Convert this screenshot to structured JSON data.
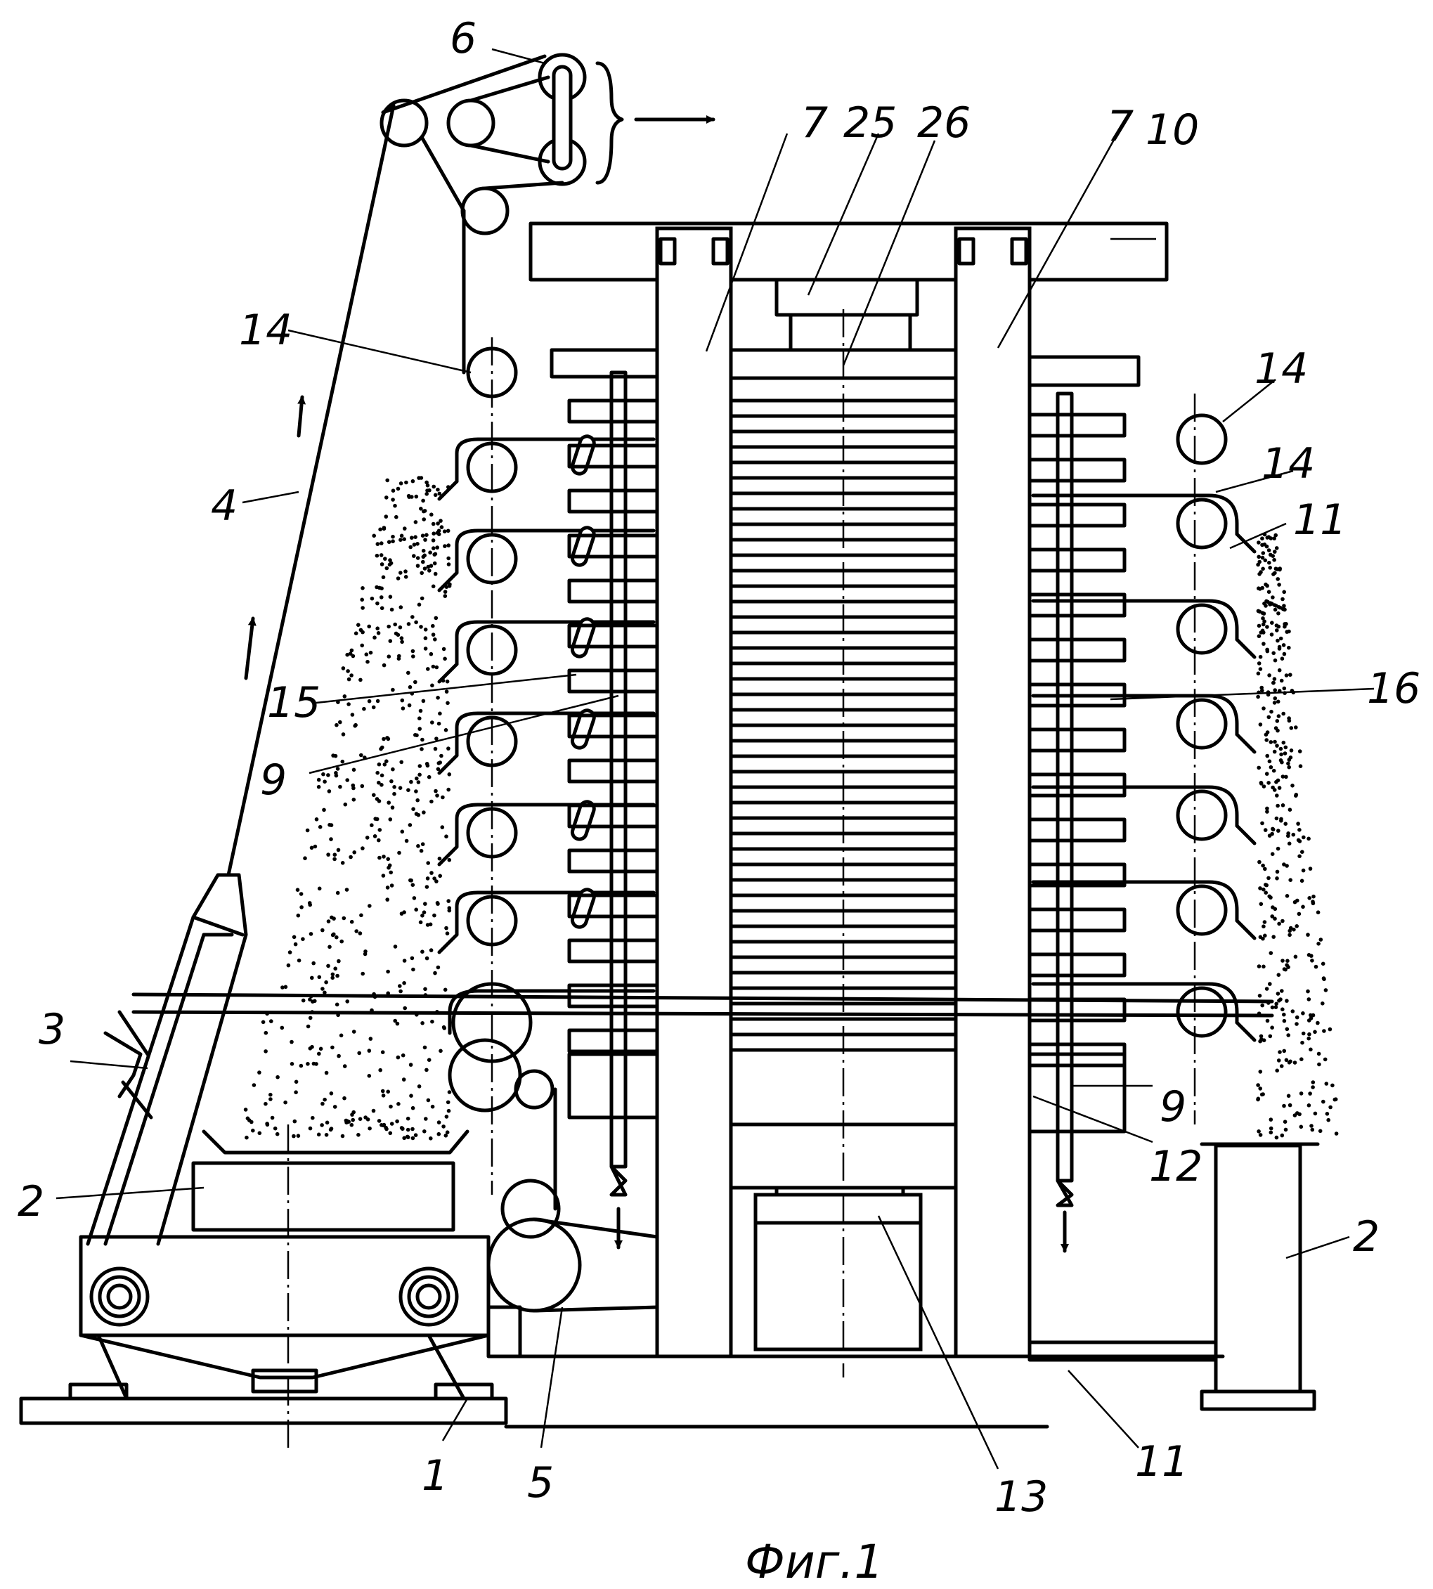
{
  "labels": {
    "n1": "1",
    "n2a": "2",
    "n2b": "2",
    "n3": "3",
    "n4": "4",
    "n5": "5",
    "n6": "6",
    "n7a": "7",
    "n7b": "7",
    "n9a": "9",
    "n9b": "9",
    "n10": "10",
    "n11a": "11",
    "n11b": "11",
    "n12": "12",
    "n13": "13",
    "n14a": "14",
    "n14b": "14",
    "n14c": "14",
    "n15": "15",
    "n16": "16",
    "n25": "25",
    "n26": "26"
  },
  "caption": "Фиг.1"
}
